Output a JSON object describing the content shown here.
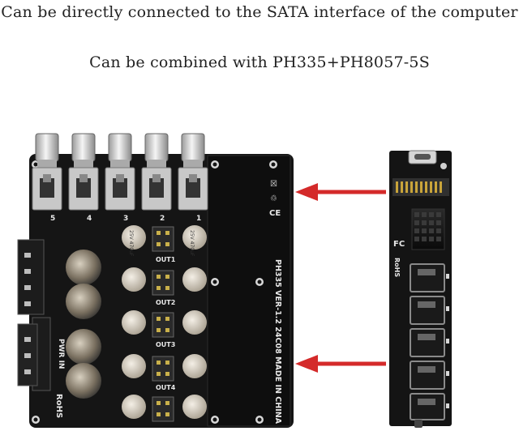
{
  "captions": {
    "line1": "Can be directly connected to the SATA interface of the computer",
    "line2": "Can be combined with PH335+PH8057-5S"
  },
  "board": {
    "model_text": "PH335  VER-1.2  24C08   MADE IN CHINA",
    "pwr_in_label": "PWR IN",
    "rohs_label": "RoHS",
    "out_labels": [
      "OUT1",
      "OUT2",
      "OUT3",
      "OUT4"
    ],
    "switch_numbers": [
      "5",
      "4",
      "3",
      "2",
      "1"
    ],
    "capacitor_text": "25V 470uF"
  },
  "adapter": {
    "fc_label": "FC",
    "rohs_label": "RoHS",
    "sata_port_count": 5
  },
  "colors": {
    "pcb": "#141414",
    "arrow": "#d42a2a",
    "caption_text": "#222222"
  }
}
